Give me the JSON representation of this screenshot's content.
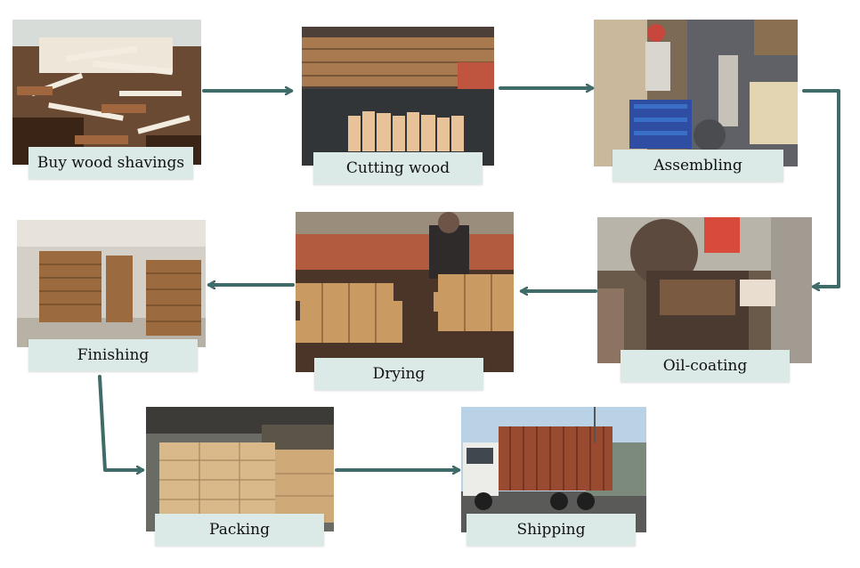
{
  "colors": {
    "arrow": "#3f6b68",
    "label_bg": "#dbe9e7"
  },
  "steps": [
    {
      "label": "Buy wood shavings",
      "photo": "wood-shavings-pile"
    },
    {
      "label": "Cutting wood",
      "photo": "cut-wood-pieces"
    },
    {
      "label": "Assembling",
      "photo": "assembly-machine-worker"
    },
    {
      "label": "Oil-coating",
      "photo": "oil-coating-drum"
    },
    {
      "label": "Drying",
      "photo": "drying-tiles-worker"
    },
    {
      "label": "Finishing",
      "photo": "finished-stacks-warehouse"
    },
    {
      "label": "Packing",
      "photo": "packed-boxes"
    },
    {
      "label": "Shipping",
      "photo": "container-truck"
    }
  ]
}
